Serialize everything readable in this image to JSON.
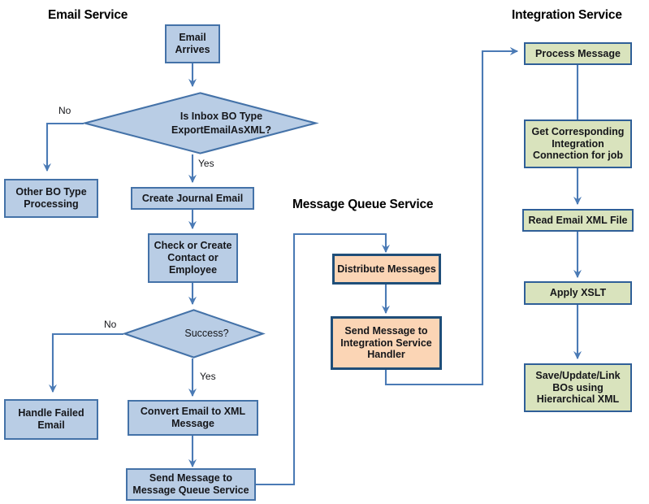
{
  "diagram": {
    "title_bar": null,
    "colors": {
      "blue_fill": "#b9cde5",
      "blue_border": "#4472a8",
      "orange_fill": "#fbd5b5",
      "orange_border": "#1f4e79",
      "green_fill": "#d9e3bd",
      "green_border": "#2f5f98",
      "connector": "#4a7ab5",
      "text": "#15161a",
      "background": "#ffffff"
    },
    "sections": [
      {
        "id": "email-service",
        "label": "Email Service"
      },
      {
        "id": "message-queue-service",
        "label": "Message Queue Service"
      },
      {
        "id": "integration-service",
        "label": "Integration Service"
      }
    ],
    "nodes": [
      {
        "id": "email-arrives",
        "label": "Email\nArrives",
        "shape": "rect",
        "style": "blue",
        "section": "email-service"
      },
      {
        "id": "is-inbox-bo-type",
        "label": "Is Inbox BO Type\nExportEmailAsXML?",
        "shape": "diamond",
        "style": "blue",
        "section": "email-service"
      },
      {
        "id": "other-bo-type-processing",
        "label": "Other BO Type\nProcessing",
        "shape": "rect",
        "style": "blue",
        "section": "email-service"
      },
      {
        "id": "create-journal-email",
        "label": "Create Journal Email",
        "shape": "rect",
        "style": "blue",
        "section": "email-service"
      },
      {
        "id": "check-or-create-contact",
        "label": "Check or Create\nContact or\nEmployee",
        "shape": "rect",
        "style": "blue",
        "section": "email-service"
      },
      {
        "id": "success",
        "label": "Success?",
        "shape": "diamond",
        "style": "blue",
        "section": "email-service"
      },
      {
        "id": "handle-failed-email",
        "label": "Handle Failed\nEmail",
        "shape": "rect",
        "style": "blue",
        "section": "email-service"
      },
      {
        "id": "convert-email-to-xml",
        "label": "Convert Email to XML\nMessage",
        "shape": "rect",
        "style": "blue",
        "section": "email-service"
      },
      {
        "id": "send-message-to-queue",
        "label": "Send  Message  to\nMessage Queue Service",
        "shape": "rect",
        "style": "blue",
        "section": "email-service"
      },
      {
        "id": "distribute-messages",
        "label": "Distribute  Messages",
        "shape": "rect",
        "style": "orange",
        "section": "message-queue-service"
      },
      {
        "id": "send-message-to-handler",
        "label": "Send Message  to\nIntegration Service\nHandler",
        "shape": "rect",
        "style": "orange",
        "section": "message-queue-service"
      },
      {
        "id": "process-message",
        "label": "Process Message",
        "shape": "rect",
        "style": "green",
        "section": "integration-service"
      },
      {
        "id": "get-integration-connection",
        "label": "Get Corresponding\nIntegration\nConnection for job",
        "shape": "rect",
        "style": "green",
        "section": "integration-service"
      },
      {
        "id": "read-email-xml-file",
        "label": "Read Email XML File",
        "shape": "rect",
        "style": "green",
        "section": "integration-service"
      },
      {
        "id": "apply-xslt",
        "label": "Apply XSLT",
        "shape": "rect",
        "style": "green",
        "section": "integration-service"
      },
      {
        "id": "save-update-link-bos",
        "label": "Save/Update/Link\nBOs using\nHierarchical XML",
        "shape": "rect",
        "style": "green",
        "section": "integration-service"
      }
    ],
    "edge_labels": [
      {
        "id": "inbox-no",
        "label": "No"
      },
      {
        "id": "inbox-yes",
        "label": "Yes"
      },
      {
        "id": "success-no",
        "label": "No"
      },
      {
        "id": "success-yes",
        "label": "Yes"
      }
    ],
    "edges": [
      {
        "from": "email-arrives",
        "to": "is-inbox-bo-type",
        "label": ""
      },
      {
        "from": "is-inbox-bo-type",
        "to": "other-bo-type-processing",
        "label": "No"
      },
      {
        "from": "is-inbox-bo-type",
        "to": "create-journal-email",
        "label": "Yes"
      },
      {
        "from": "create-journal-email",
        "to": "check-or-create-contact",
        "label": ""
      },
      {
        "from": "check-or-create-contact",
        "to": "success",
        "label": ""
      },
      {
        "from": "success",
        "to": "handle-failed-email",
        "label": "No"
      },
      {
        "from": "success",
        "to": "convert-email-to-xml",
        "label": "Yes"
      },
      {
        "from": "convert-email-to-xml",
        "to": "send-message-to-queue",
        "label": ""
      },
      {
        "from": "send-message-to-queue",
        "to": "distribute-messages",
        "label": ""
      },
      {
        "from": "distribute-messages",
        "to": "send-message-to-handler",
        "label": ""
      },
      {
        "from": "send-message-to-handler",
        "to": "process-message",
        "label": ""
      },
      {
        "from": "process-message",
        "to": "get-integration-connection",
        "label": ""
      },
      {
        "from": "get-integration-connection",
        "to": "read-email-xml-file",
        "label": ""
      },
      {
        "from": "read-email-xml-file",
        "to": "apply-xslt",
        "label": ""
      },
      {
        "from": "apply-xslt",
        "to": "save-update-link-bos",
        "label": ""
      }
    ]
  }
}
